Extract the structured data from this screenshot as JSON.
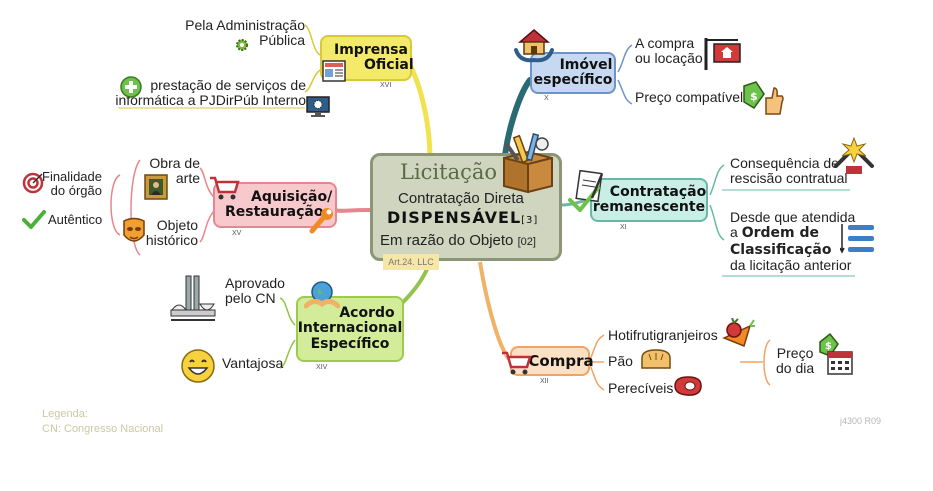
{
  "center": {
    "title": "Licitação",
    "line1": "Contratação Direta",
    "line2": "DISPENSÁVEL",
    "ref1": "[3]",
    "line3": "Em razão do Objeto",
    "ref2": "[02]",
    "tag": "Art.24. LLC"
  },
  "branches": {
    "imprensa": {
      "label_a": "Imprensa",
      "label_b": "Oficial",
      "numeral": "XVI",
      "leaf1_a": "Pela Administração",
      "leaf1_b": "Pública",
      "leaf2_a": "prestação de serviços de",
      "leaf2_b": "informática a PJDirPúb Interno"
    },
    "aquisicao": {
      "label_a": "Aquisição/",
      "label_b": "Restauração",
      "numeral": "XV",
      "obra_a": "Obra de",
      "obra_b": "arte",
      "objeto_a": "Objeto",
      "objeto_b": "histórico",
      "fin_a": "Finalidade",
      "fin_b": "do órgão",
      "aut": "Autêntico"
    },
    "acordo": {
      "label_a": "Acordo",
      "label_b": "Internacional",
      "label_c": "Específico",
      "numeral": "XIV",
      "leaf1_a": "Aprovado",
      "leaf1_b": "pelo CN",
      "leaf2": "Vantajosa"
    },
    "imovel": {
      "label_a": "Imóvel",
      "label_b": "específico",
      "numeral": "X",
      "leaf1_a": "A compra",
      "leaf1_b": "ou locação",
      "leaf2": "Preço compatível"
    },
    "remanescente": {
      "label_a": "Contratação",
      "label_b": "remanescente",
      "numeral": "XI",
      "leaf1_a": "Consequência de",
      "leaf1_b": "rescisão contratual",
      "leaf2_a": "Desde que atendida",
      "leaf2_b1": "a",
      "leaf2_b2": "Ordem de",
      "leaf2_c": "Classificação",
      "leaf2_d": "da licitação anterior"
    },
    "compra": {
      "label": "Compra",
      "numeral": "XII",
      "leaf1": "Hotifrutigranjeiros",
      "leaf2": "Pão",
      "leaf3": "Perecíveis",
      "preco_a": "Preço",
      "preco_b": "do dia"
    }
  },
  "legend": {
    "title": "Legenda:",
    "item": "CN: Congresso Nacional"
  },
  "author": "j4300 R09",
  "colors": {
    "imprensa": "#f3ea6a",
    "imprensa_border": "#d9c93a",
    "aquisicao": "#f7c9cc",
    "aquisicao_border": "#e8868d",
    "acordo": "#d2ec9a",
    "acordo_border": "#9fcb4d",
    "imovel": "#c6d8f2",
    "imovel_border": "#6f93c9",
    "remanescente": "#c9eee6",
    "remanescente_border": "#67b9a6",
    "compra": "#fbe0c4",
    "compra_border": "#f0a464"
  }
}
